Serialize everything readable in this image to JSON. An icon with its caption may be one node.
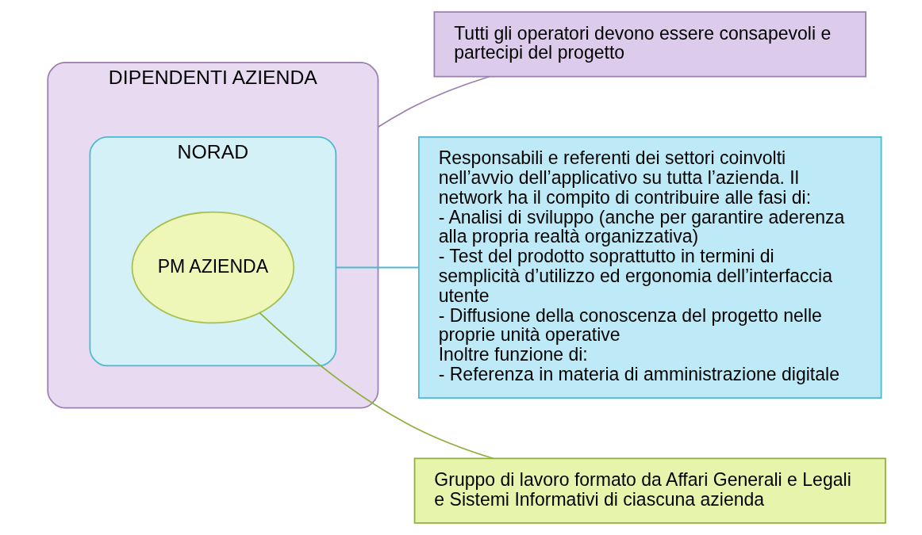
{
  "diagram": {
    "nodes": [
      {
        "text": [
          "DIPENDENTI AZIENDA"
        ]
      },
      {
        "text": [
          "NORAD"
        ],
        "in": 0
      },
      {
        "text": [
          "PM AZIENDA"
        ],
        "in": 1
      },
      {
        "text": [
          "Tutti gli operatori devono essere consapevoli e partecipi del progetto"
        ]
      },
      {
        "text": [
          "Responsabili e referenti dei settori coinvolti nell’avvio dell’applicativo su tutta l’azienda. Il network ha il compito di contribuire alle fasi di:",
          "- Analisi di sviluppo (anche per garantire aderenza alla propria realtà organizzativa)",
          "- Test del prodotto soprattutto in termini di semplicità d’utilizzo ed ergonomia dell’interfaccia utente",
          "- Diffusione della conoscenza del progetto nelle proprie unità operative",
          "Inoltre funzione di:",
          "- Referenza in materia di amministrazione digitale"
        ]
      },
      {
        "text": [
          "Gruppo di lavoro formato da Affari Generali e Legali e Sistemi Informativi di ciascuna azienda"
        ]
      }
    ],
    "edges": [
      {
        "from": 3,
        "to": 0,
        "arrow": "none",
        "color": "#9b7fb0"
      },
      {
        "from": 4,
        "to": 1,
        "arrow": "none",
        "color": "#4fb8d0"
      },
      {
        "from": 5,
        "to": 2,
        "arrow": "none",
        "color": "#8fb040"
      }
    ]
  }
}
